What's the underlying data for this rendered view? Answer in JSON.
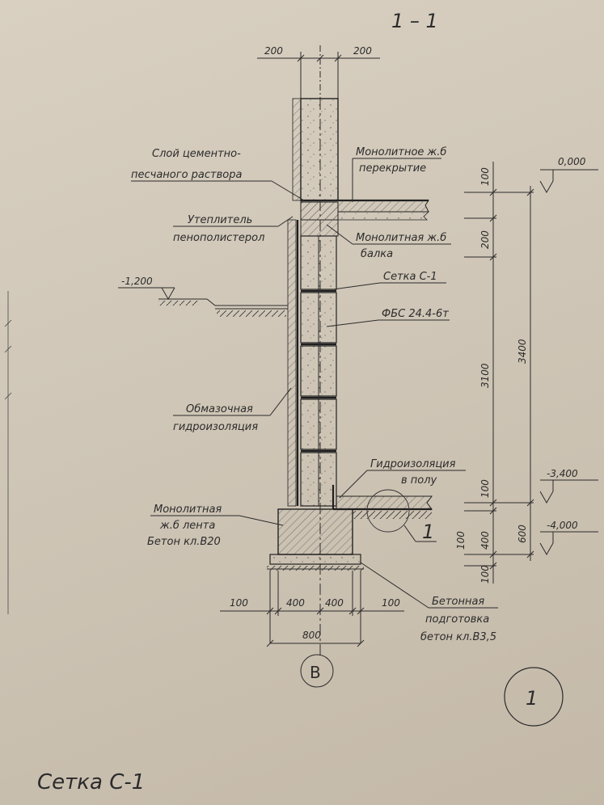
{
  "section_title": "1 – 1",
  "dims_top": {
    "left": "200",
    "right": "200"
  },
  "levels": {
    "top": "0,000",
    "ground": "-1,200",
    "floor": "-3,400",
    "bottom": "-4,000"
  },
  "labels": {
    "mortar_1": "Слой цементно-",
    "mortar_2": "песчаного раствора",
    "slab_1": "Монолитное ж.б",
    "slab_2": "перекрытие",
    "insul_1": "Утеплитель",
    "insul_2": "пенополистерол",
    "beam_1": "Монолитная ж.б",
    "beam_2": "балка",
    "mesh": "Сетка С-1",
    "fbs": "ФБС 24.4-6т",
    "coat_1": "Обмазочная",
    "coat_2": "гидроизоляция",
    "floorwp_1": "Гидроизоляция",
    "floorwp_2": "в полу",
    "strip_1": "Монолитная",
    "strip_2": "ж.б лента",
    "strip_3": "Бетон кл.В20",
    "prep_1": "Бетонная",
    "prep_2": "подготовка",
    "prep_3": "бетон кл.В3,5",
    "node": "1"
  },
  "vdims_inner": {
    "d100a": "100",
    "d200": "200",
    "d3100": "3100",
    "d100b": "100",
    "d400": "400",
    "d100c": "100",
    "d100d": "100"
  },
  "vdims_outer": {
    "d3400": "3400",
    "d600": "600"
  },
  "bottom_dims": {
    "l100": "100",
    "l400": "400",
    "r400": "400",
    "r100": "100",
    "total": "800"
  },
  "axis_label": "В",
  "sheet_number": "1",
  "footer": "Сетка С-1"
}
